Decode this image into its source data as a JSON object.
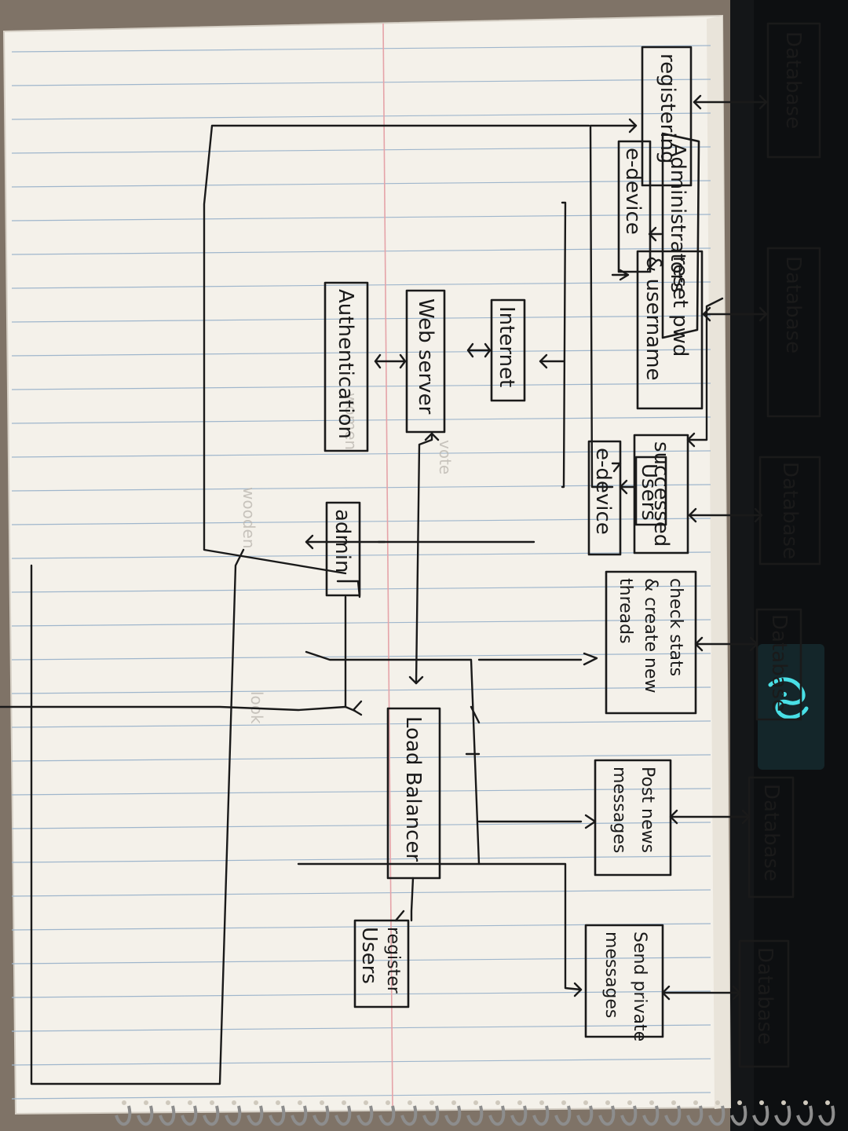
{
  "diagram": {
    "nodes": {
      "administrators": "Administrators",
      "admin_device": "e-device",
      "users": "Users",
      "users_device": "e-device",
      "internet": "Internet",
      "web_server": "Web server",
      "authentication": "Authentication",
      "load_balancer": "Load Balancer",
      "admin": "admin",
      "register_users_1": "register",
      "register_users_2": "Users",
      "registering": "registering",
      "reset_1": "reset pwd",
      "reset_2": "& username",
      "successed": "successed",
      "check_1": "check stats",
      "check_2": "& create new",
      "check_3": "threads",
      "post_1": "Post news",
      "post_2": "messages",
      "send_1": "Send private",
      "send_2": "messages",
      "database": "Database"
    },
    "paper": {
      "color": "#f4f1ea",
      "rule_color": "#9fb6cc",
      "margin_color": "#e5a3a8",
      "ink_color": "#1a1a1a"
    },
    "accessories": {
      "binding": "spiral-binding",
      "device": "razer-logo-icon",
      "logo_color": "#3fd0d6"
    }
  }
}
